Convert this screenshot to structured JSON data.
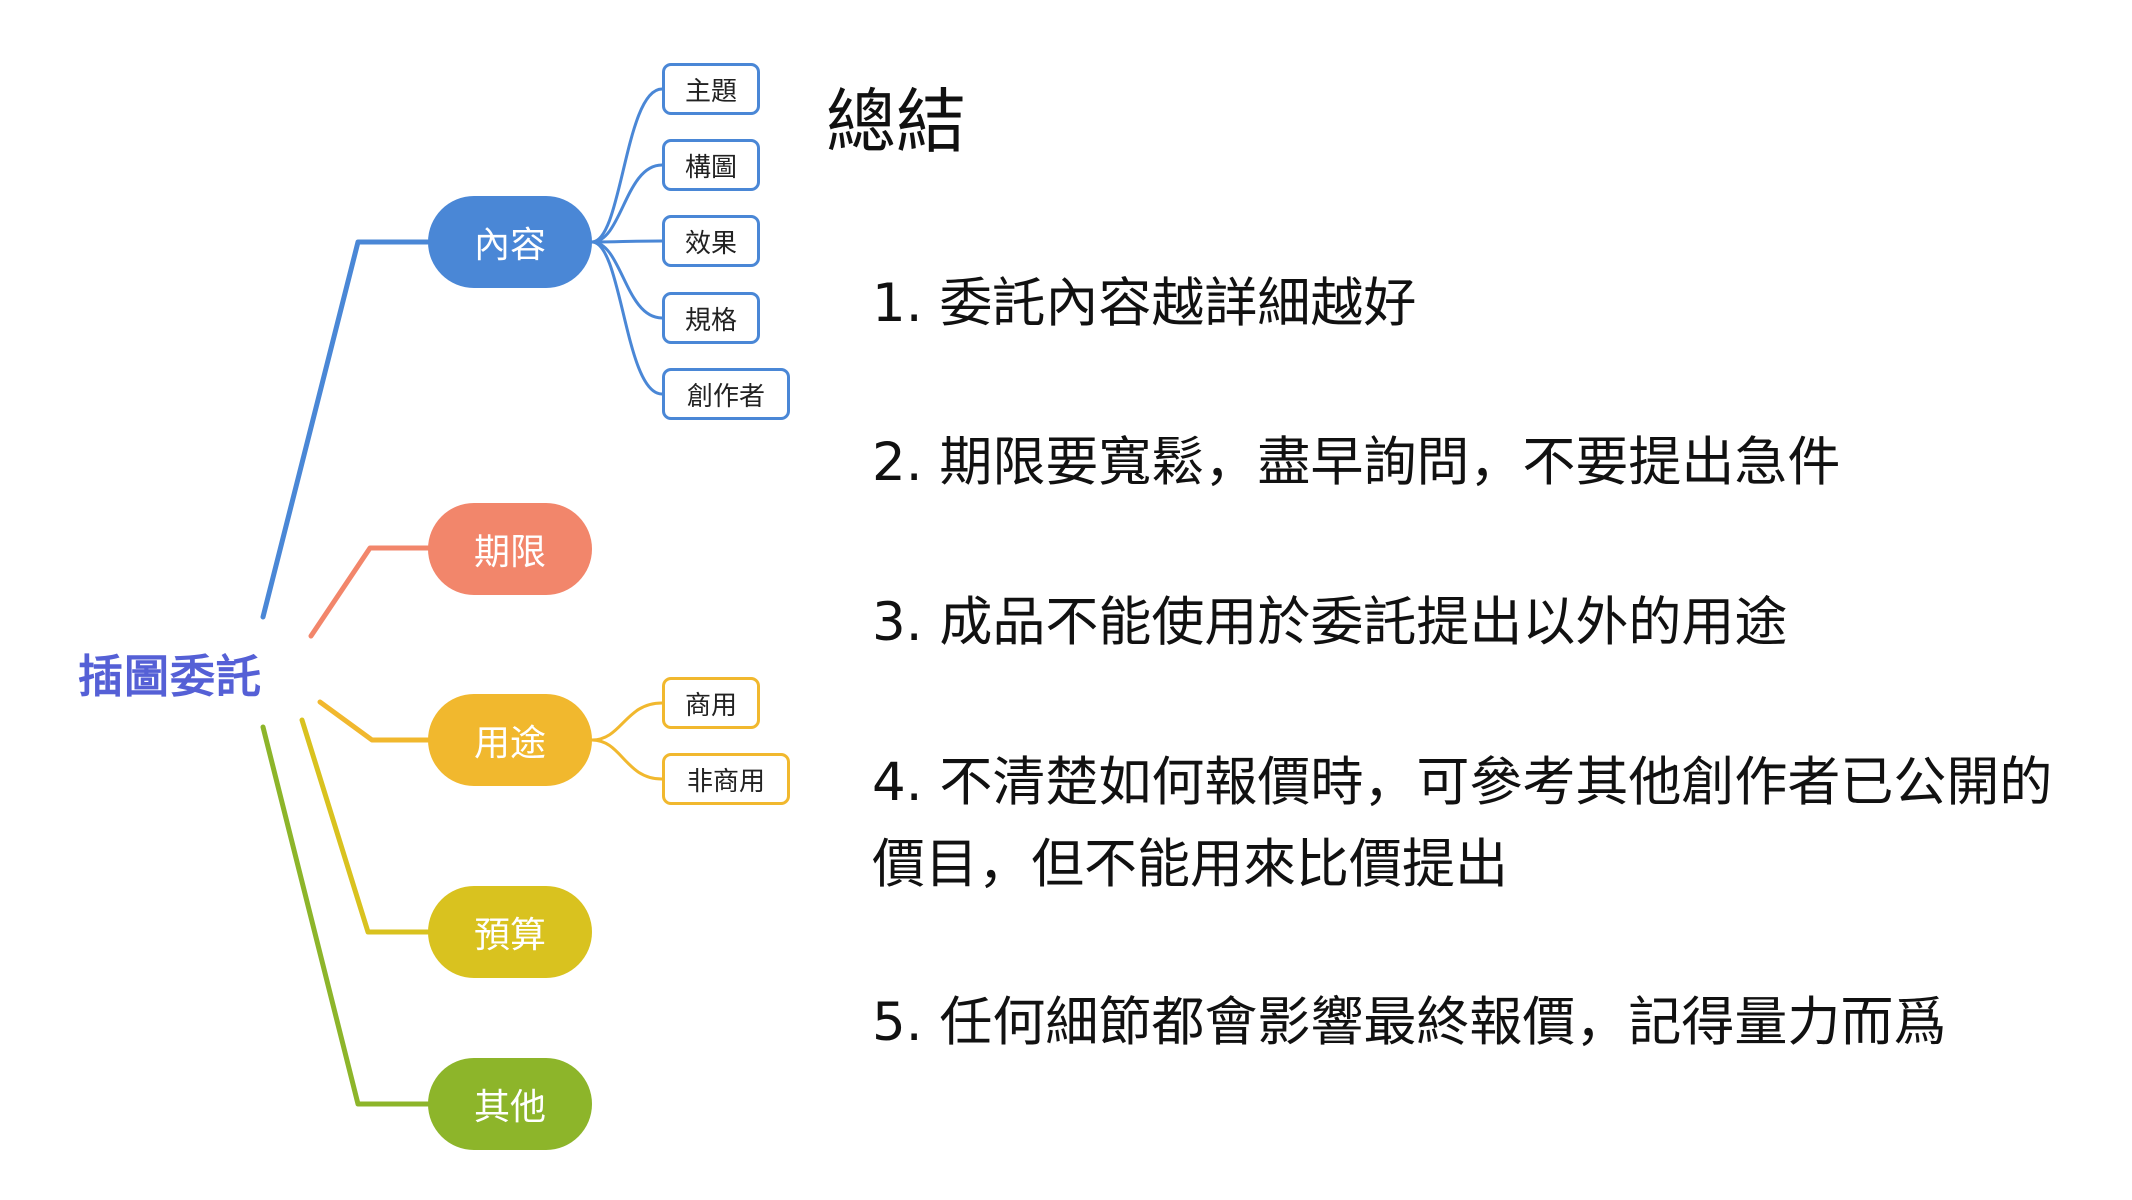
{
  "mindmap": {
    "root": "插圖委託",
    "branches": [
      {
        "label": "內容",
        "color": "#4a87d6",
        "leaves": [
          "主題",
          "構圖",
          "效果",
          "規格",
          "創作者"
        ]
      },
      {
        "label": "期限",
        "color": "#f2866b",
        "leaves": []
      },
      {
        "label": "用途",
        "color": "#f1b82e",
        "leaves": [
          "商用",
          "非商用"
        ]
      },
      {
        "label": "預算",
        "color": "#d9c21f",
        "leaves": []
      },
      {
        "label": "其他",
        "color": "#8db52a",
        "leaves": []
      }
    ]
  },
  "summary": {
    "title": "總結",
    "items": [
      "1. 委託內容越詳細越好",
      "2. 期限要寬鬆，盡早詢問，不要提出急件",
      "3. 成品不能使用於委託提出以外的用途",
      "4. 不清楚如何報價時，可參考其他創作者已公開的價目，但不能用來比價提出",
      "5. 任何細節都會影響最終報價，記得量力而爲"
    ]
  }
}
